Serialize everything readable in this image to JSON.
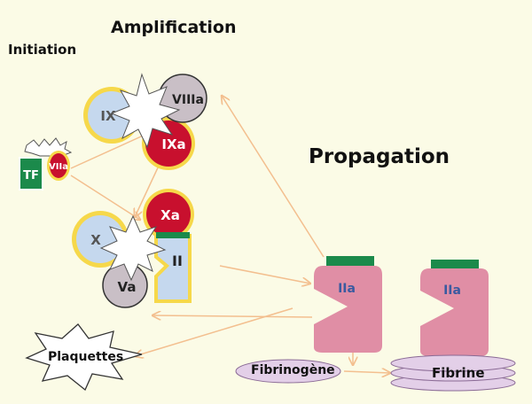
{
  "sections": {
    "initiation": "Initiation",
    "amplification": "Amplification",
    "propagation": "Propagation"
  },
  "factors": {
    "tf": "TF",
    "viia": "VIIa",
    "ix": "IX",
    "viiia": "VIIIa",
    "ixa": "IXa",
    "x": "X",
    "xa": "Xa",
    "va": "Va",
    "ii": "II",
    "iia_left": "IIa",
    "iia_right": "IIa"
  },
  "labels": {
    "plaquettes": "Plaquettes",
    "fibrinogene": "Fibrinogène",
    "fibrine": "Fibrine"
  },
  "colors": {
    "background": "#fbfbe6",
    "factor_blue": "#c5d8ee",
    "factor_red": "#c8102e",
    "factor_gray": "#c9bfc6",
    "halo_yellow": "#f6d84a",
    "tf_green": "#1b8a4b",
    "thrombin_pink": "#e08ea5",
    "membrane_purple": "#e3cfe8",
    "arrow_orange": "#f3bf8f"
  }
}
